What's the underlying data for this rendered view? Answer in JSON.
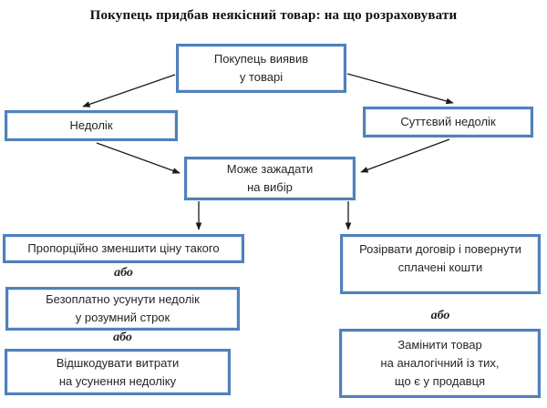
{
  "title": "Покупець придбав неякісний товар: на що розраховувати",
  "colors": {
    "box_border": "#4f81bd",
    "box_text": "#262626",
    "arrow": "#1a1a1a",
    "title_text": "#101014",
    "background": "#ffffff"
  },
  "nodes": {
    "discovered": {
      "lines": [
        "Покупець виявив",
        "у товарі"
      ]
    },
    "defect": {
      "lines": [
        "Недолік"
      ]
    },
    "significant": {
      "lines": [
        "Суттєвий недолік"
      ]
    },
    "demand": {
      "lines": [
        "Може зажадати",
        "на вибір"
      ]
    },
    "reduce": {
      "lines": [
        "Пропорційно зменшити ціну такого"
      ]
    },
    "repair": {
      "lines": [
        "Безоплатно усунути недолік",
        "у розумний строк"
      ]
    },
    "reimburse": {
      "lines": [
        "Відшкодувати витрати",
        "на усунення недоліку"
      ]
    },
    "terminate": {
      "lines": [
        "Розірвати договір і повернути",
        "сплачені кошти"
      ]
    },
    "replace": {
      "lines": [
        "Замінити товар",
        "на аналогічний із тих,",
        "що є у продавця"
      ]
    }
  },
  "connectors": {
    "or_label": "або"
  }
}
